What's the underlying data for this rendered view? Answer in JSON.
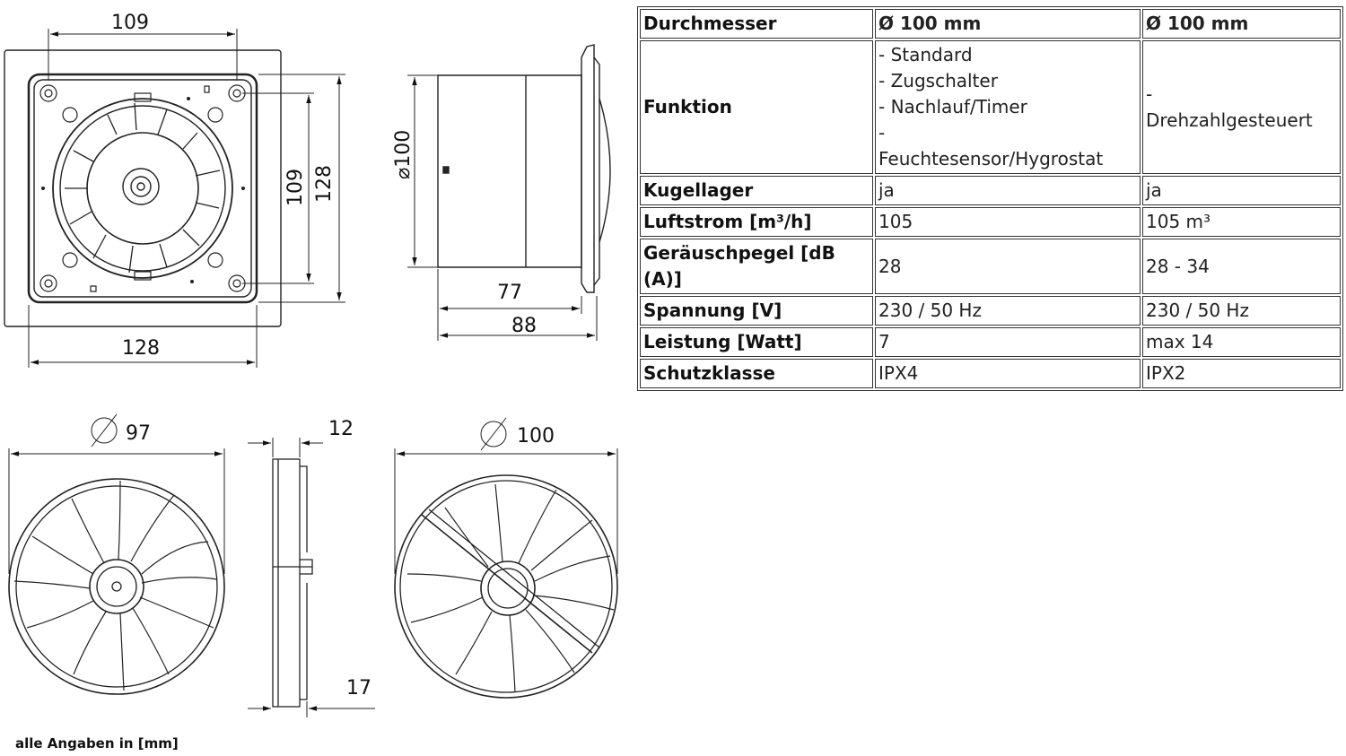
{
  "drawing": {
    "front_view": {
      "top_width": "109",
      "bottom_width": "128",
      "inner_height": "109",
      "outer_height": "128"
    },
    "side_view": {
      "diameter": "⌀100",
      "depth_inner": "77",
      "depth_outer": "88"
    },
    "impeller": {
      "diameter": "97"
    },
    "impeller_side": {
      "top": "12",
      "bottom": "17"
    },
    "grille": {
      "diameter": "100"
    },
    "units_note": "alle Angaben in [mm]"
  },
  "spec_table": {
    "header": {
      "label": "Durchmesser",
      "col1": "Ø 100 mm",
      "col2": "Ø 100 mm"
    },
    "rows": [
      {
        "label": "Funktion",
        "col1": "- Standard\n- Zugschalter\n- Nachlauf/Timer\n-\nFeuchtesensor/Hygrostat",
        "col2": "-\nDrehzahlgesteuert"
      },
      {
        "label": "Kugellager",
        "col1": "ja",
        "col2": "ja"
      },
      {
        "label": "Luftstrom [m³/h]",
        "col1": "105",
        "col2": "105 m³"
      },
      {
        "label": "Geräuschpegel [dB (A)]",
        "col1": "28",
        "col2": "28 - 34"
      },
      {
        "label": "Spannung [V]",
        "col1": "230 / 50 Hz",
        "col2": "230 / 50 Hz"
      },
      {
        "label": "Leistung [Watt]",
        "col1": "7",
        "col2": "max 14"
      },
      {
        "label": "Schutzklasse",
        "col1": "IPX4",
        "col2": "IPX2"
      }
    ]
  }
}
